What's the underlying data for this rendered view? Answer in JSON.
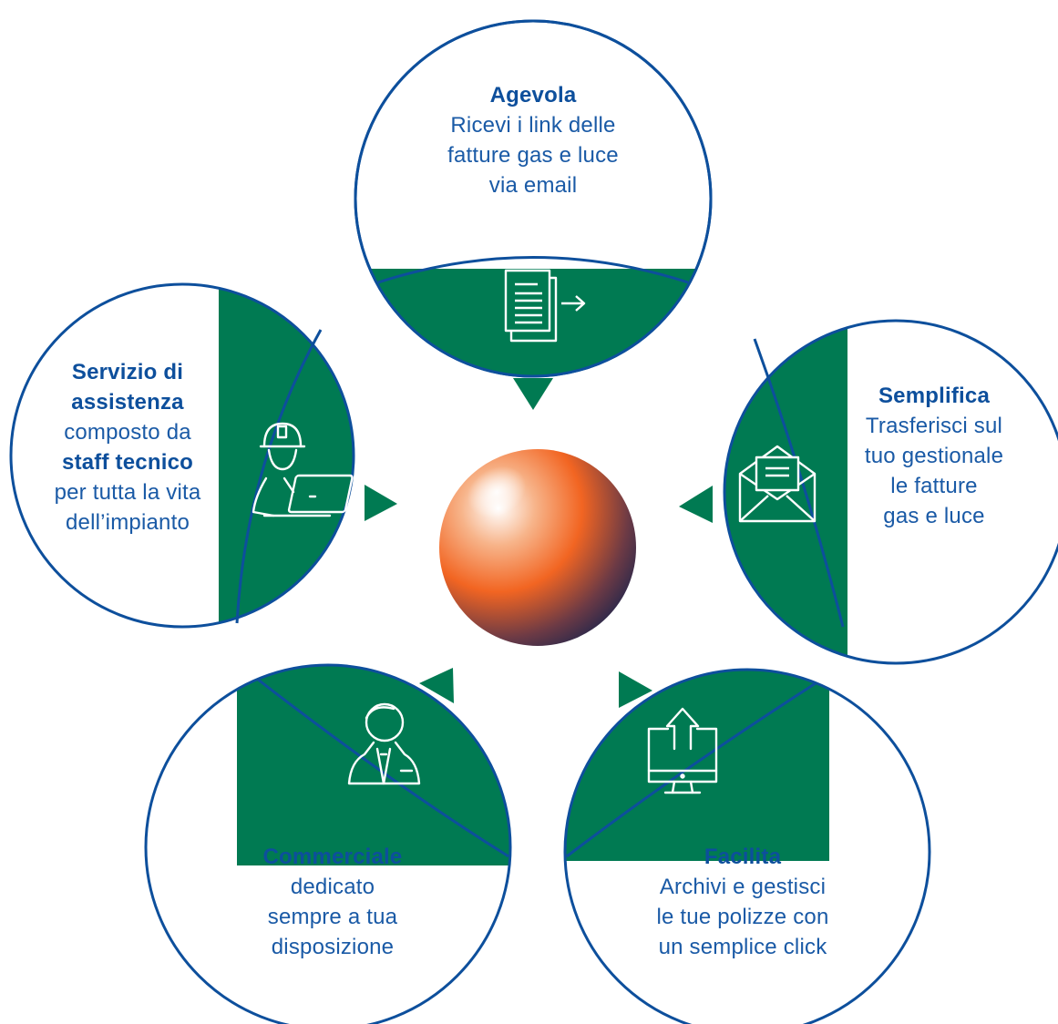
{
  "colors": {
    "ring": "#0d4f9c",
    "green": "#007a52",
    "text": "#1a5aa6",
    "title": "#0d4f9c",
    "sphere_orange": "#f26522",
    "sphere_dark": "#1b2450"
  },
  "center": {
    "icon": "orange-sphere"
  },
  "nodes": [
    {
      "id": "agevola",
      "icon": "invoice-forward-icon",
      "title": "Agevola",
      "lines": [
        "Ricevi i link delle",
        "fatture gas e luce",
        "via email"
      ]
    },
    {
      "id": "semplifica",
      "icon": "envelope-document-icon",
      "title": "Semplifica",
      "lines": [
        "Trasferisci sul",
        "tuo gestionale",
        "le fatture",
        "gas e luce"
      ]
    },
    {
      "id": "facilita",
      "icon": "monitor-upload-icon",
      "title": "Facilita",
      "lines": [
        "Archivi e gestisci",
        "le tue polizze con",
        "un semplice click"
      ]
    },
    {
      "id": "commerciale",
      "icon": "businessman-icon",
      "title": "Commerciale",
      "lines": [
        "dedicato",
        "sempre a tua",
        "disposizione"
      ]
    },
    {
      "id": "assistenza",
      "icon": "technician-laptop-icon",
      "title_lines": [
        "Servizio di",
        "assistenza"
      ],
      "line1": "composto da",
      "bold_line": "staff tecnico",
      "lines": [
        "per tutta la vita",
        "dell’impianto"
      ]
    }
  ]
}
